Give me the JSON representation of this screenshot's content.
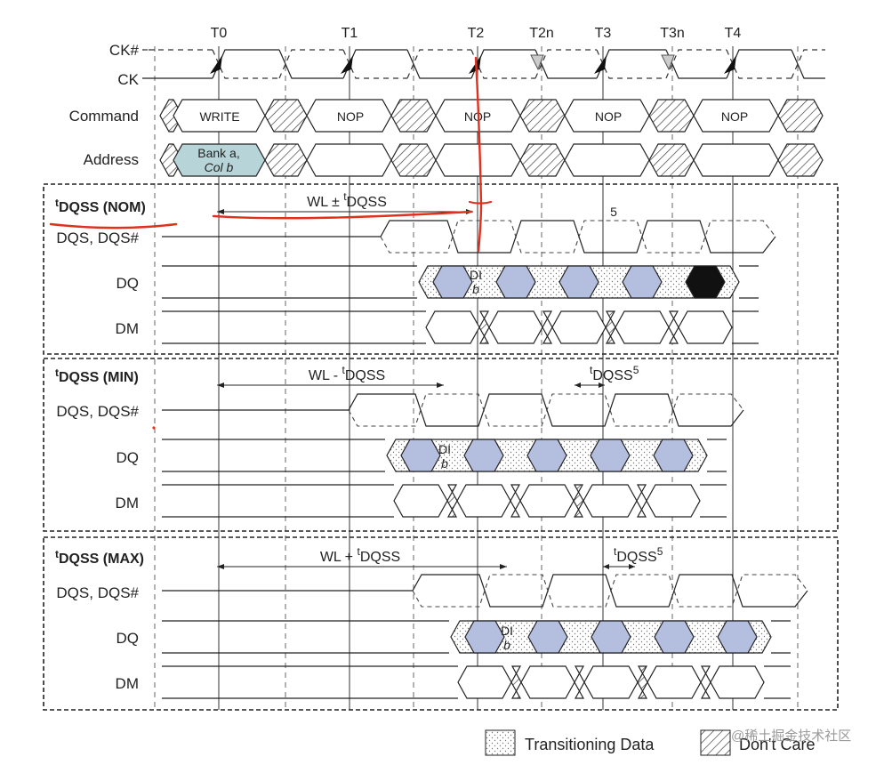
{
  "clock_labels": [
    "T0",
    "T1",
    "T2",
    "T2n",
    "T3",
    "T3n",
    "T4"
  ],
  "signals": {
    "ck_n": "CK#",
    "ck": "CK",
    "command": "Command",
    "address": "Address",
    "dqs": "DQS, DQS#",
    "dq": "DQ",
    "dm": "DM"
  },
  "commands": [
    "WRITE",
    "NOP",
    "NOP",
    "NOP",
    "NOP"
  ],
  "address": {
    "line1": "Bank a,",
    "line2": "Col b"
  },
  "sections": [
    {
      "t": "t",
      "label": "DQSS (NOM)",
      "ann_prefix": "WL ± ",
      "ann_t": "t",
      "ann_label": "DQSS",
      "note": "5"
    },
    {
      "t": "t",
      "label": "DQSS (MIN)",
      "ann_prefix": "WL - ",
      "ann_t": "t",
      "ann_label": "DQSS",
      "skew_t": "t",
      "skew_label": "DQSS",
      "skew_note": "5"
    },
    {
      "t": "t",
      "label": "DQSS (MAX)",
      "ann_prefix": "WL + ",
      "ann_t": "t",
      "ann_label": "DQSS",
      "skew_t": "t",
      "skew_label": "DQSS",
      "skew_note": "5"
    }
  ],
  "di": {
    "line1": "DI",
    "line2": "b"
  },
  "legend": {
    "transitioning": "Transitioning Data",
    "dont_care": "Don't Care"
  },
  "watermark": "@稀土掘金技术社区",
  "colors": {
    "data": "#b4bfdf",
    "address": "#b7d5d8",
    "annotation": "#e0301e"
  }
}
